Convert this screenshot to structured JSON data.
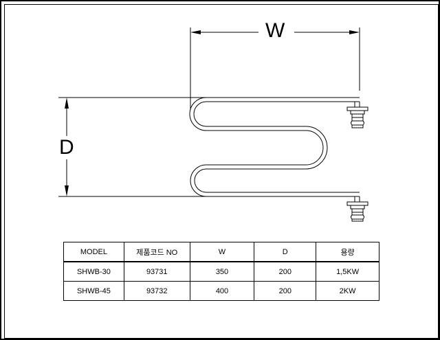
{
  "dimensions": {
    "width_label": "W",
    "depth_label": "D"
  },
  "colors": {
    "line": "#000000",
    "background": "#ffffff"
  },
  "spec_table": {
    "headers": [
      "MODEL",
      "제품코드 NO",
      "W",
      "D",
      "용량"
    ],
    "rows": [
      [
        "SHWB-30",
        "93731",
        "350",
        "200",
        "1,5KW"
      ],
      [
        "SHWB-45",
        "93732",
        "400",
        "200",
        "2KW"
      ]
    ]
  }
}
